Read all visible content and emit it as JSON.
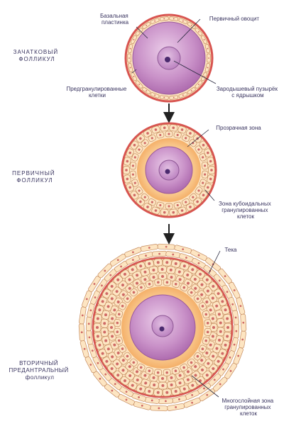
{
  "stages": [
    {
      "id": "primordial",
      "title": [
        "ЗАЧАТКОВЫЙ",
        "ФОЛЛИКУЛ"
      ],
      "callouts": {
        "basal_lamina": [
          "Базальная",
          "пластинка"
        ],
        "oocyte": [
          "Первичный овоцит"
        ],
        "pregranulosa": [
          "Предгранулированные",
          "клетки"
        ],
        "nucleus": [
          "Зародышевый пузырёк",
          "с ядрышком"
        ]
      }
    },
    {
      "id": "primary",
      "title": [
        "ПЕРВИЧНЫЙ",
        "ФОЛЛИКУЛ"
      ],
      "callouts": {
        "zona_pellucida": [
          "Прозрачная зона"
        ],
        "cuboidal_zone": [
          "Зона кубоидальных",
          "гранулированных",
          "клеток"
        ]
      }
    },
    {
      "id": "secondary",
      "title": [
        "ВТОРИЧНЫЙ",
        "ПРЕДАНТРАЛЬНЫЙ",
        "фолликул"
      ],
      "callouts": {
        "theca": [
          "Тека"
        ],
        "multilayer_zone": [
          "Многослойная зона",
          "гранулированных",
          "клеток"
        ]
      }
    }
  ],
  "colors": {
    "oocyte": "#b472b4",
    "oocyte_light": "#dcb4dc",
    "nucleus": "#c88ccb",
    "nucleolus": "#4a2a6e",
    "zona": "#f6b777",
    "cell_fill": "#fde5c2",
    "cell_stroke": "#c58a5e",
    "cell_nucleus": "#cf6a66",
    "basal": "#d85450",
    "theca_fill": "#fbdcb2",
    "text": "#3a3560",
    "arrow": "#222222"
  }
}
